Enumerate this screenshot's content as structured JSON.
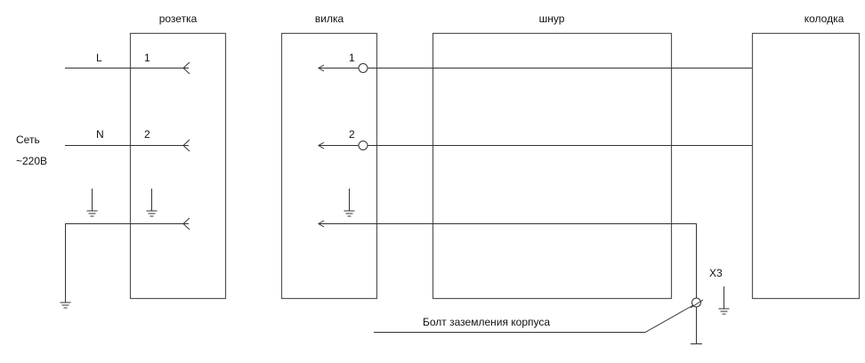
{
  "blocks": {
    "socket": "розетка",
    "plug": "вилка",
    "cord": "шнур",
    "terminal_block": "колодка"
  },
  "network": {
    "line1": "Сеть",
    "line2": "~220В"
  },
  "wires": {
    "L": "L",
    "N": "N",
    "pin1": "1",
    "pin2": "2"
  },
  "bolt": {
    "label": "Болт заземления корпуса",
    "ref": "X3"
  },
  "icons": [
    "ground-icon",
    "arrow-contact-icon",
    "terminal-circle-icon"
  ]
}
